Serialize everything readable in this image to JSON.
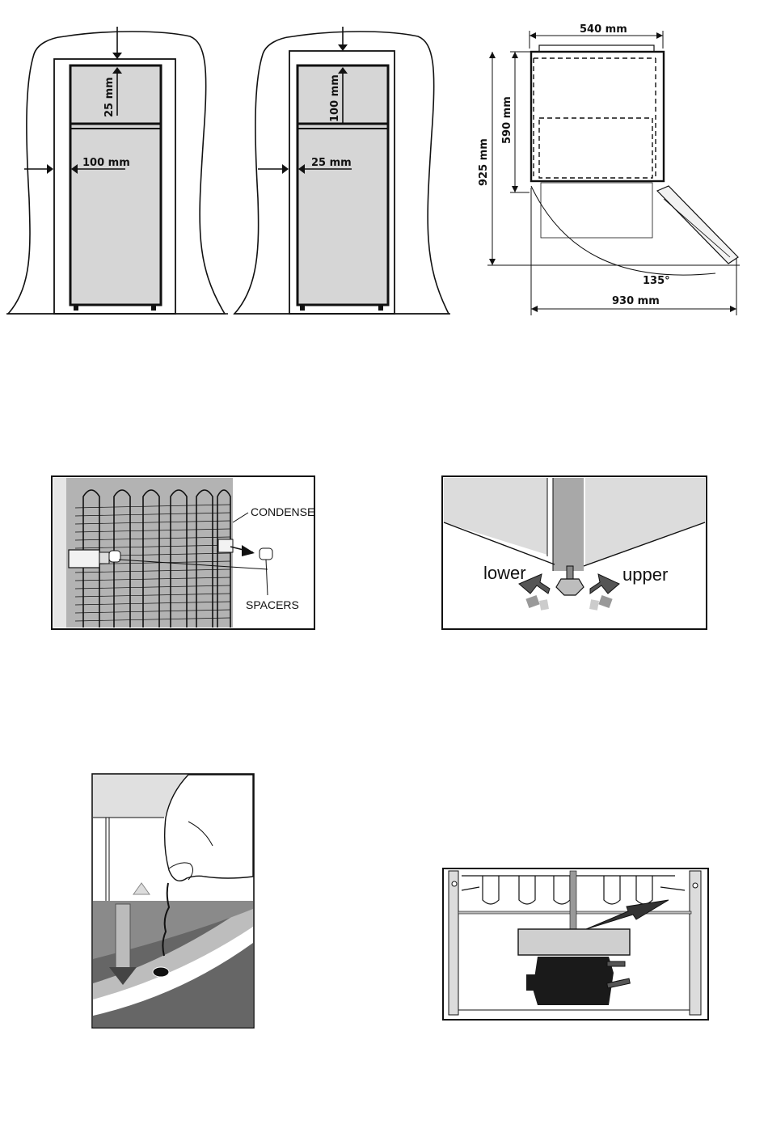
{
  "fig1": {
    "top_gap": "25 mm",
    "side_gap": "100 mm"
  },
  "fig2": {
    "top_gap": "100 mm",
    "side_gap": "25 mm"
  },
  "dimensions": {
    "width": "540 mm",
    "depth_door": "590 mm",
    "height": "925 mm",
    "angle": "135°",
    "overall_depth": "930 mm"
  },
  "condenser": {
    "condenser_label": "CONDENSER",
    "spacers_label": "SPACERS"
  },
  "feet": {
    "lower_label": "lower",
    "upper_label": "upper"
  }
}
